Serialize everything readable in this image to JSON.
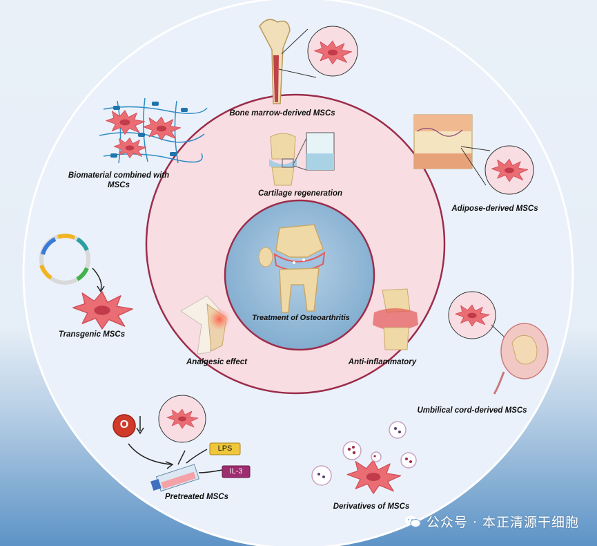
{
  "center": {
    "label": "Treatment of Osteoarthritis"
  },
  "effects": {
    "cartilage": "Cartilage regeneration",
    "analgesic": "Analgesic effect",
    "anti_inflammatory": "Anti-inflammatory"
  },
  "sources": {
    "bone_marrow": "Bone marrow-derived MSCs",
    "adipose": "Adipose-derived MSCs",
    "umbilical": "Umbilical cord-derived MSCs",
    "derivatives": "Derivatives of MSCs",
    "pretreated": "Pretreated MSCs",
    "transgenic": "Transgenic MSCs",
    "biomaterial": "Biomaterial combined with MSCs"
  },
  "pretreat_labels": {
    "oxygen": "O",
    "lps": "LPS",
    "il3": "IL-3"
  },
  "watermark": {
    "text": "公众号 · 本正清源干细胞"
  },
  "colors": {
    "outer_ring": "#eaf1fa",
    "middle_ring": "#f8dde3",
    "middle_border": "#9b2d4a",
    "inner_circle": "#8fb6d6",
    "cell": "#ea6d73",
    "nucleus": "#c23b4a"
  }
}
